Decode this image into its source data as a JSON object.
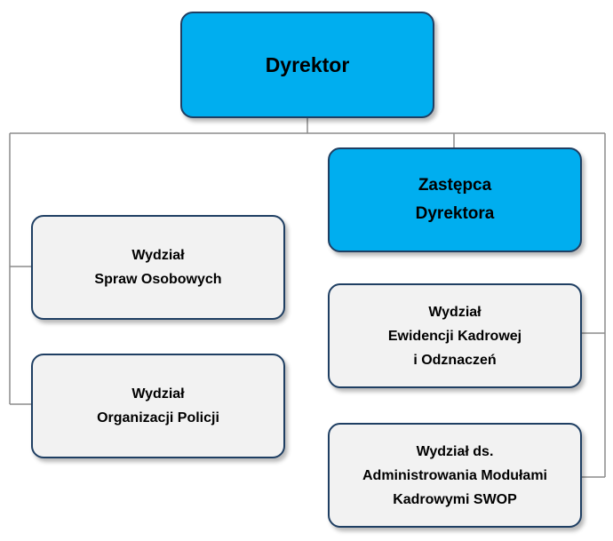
{
  "nodes": {
    "director": {
      "label": "Dyrektor",
      "color": "#00aeef"
    },
    "deputy": {
      "label": "Zastępca\nDyrektora",
      "color": "#00aeef"
    },
    "spraw_osobowych": {
      "label": "Wydział\nSpraw Osobowych",
      "color": "#f2f2f2"
    },
    "organizacji_policji": {
      "label": "Wydział\nOrganizacji Policji",
      "color": "#f2f2f2"
    },
    "ewidencji_kadrowej": {
      "label": "Wydział\nEwidencji Kadrowej\ni Odznaczeń",
      "color": "#f2f2f2"
    },
    "administrowania_swop": {
      "label": "Wydział ds.\nAdministrowania Modułami\nKadrowymi SWOP",
      "color": "#f2f2f2"
    }
  },
  "edges": [
    [
      "director",
      "deputy"
    ],
    [
      "director",
      "spraw_osobowych"
    ],
    [
      "director",
      "organizacji_policji"
    ],
    [
      "director",
      "ewidencji_kadrowej"
    ],
    [
      "director",
      "administrowania_swop"
    ]
  ],
  "colors": {
    "border": "#1f3f63",
    "connector": "#8c8c8c"
  }
}
